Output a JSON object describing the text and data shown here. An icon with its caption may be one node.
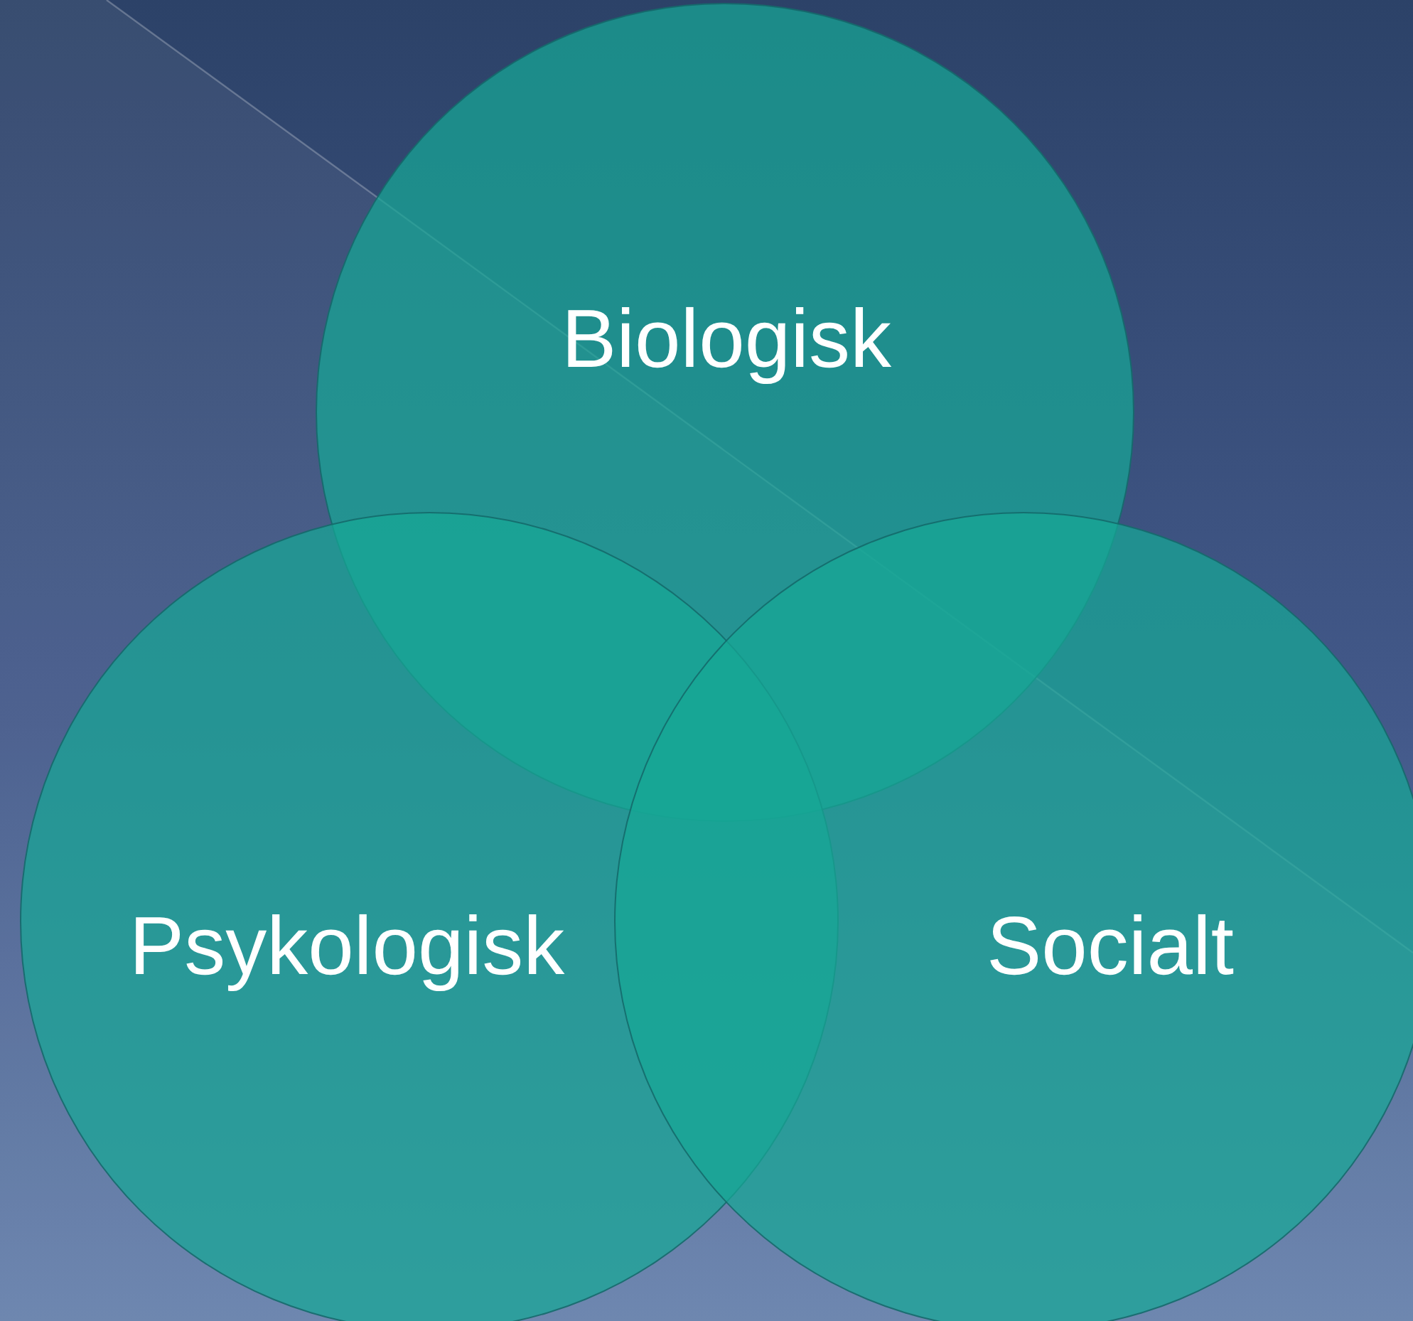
{
  "diagram": {
    "nodes": [
      {
        "text": [
          "Biologisk"
        ]
      },
      {
        "text": [
          "Psykologisk"
        ]
      },
      {
        "text": [
          "Socialt"
        ]
      }
    ]
  }
}
